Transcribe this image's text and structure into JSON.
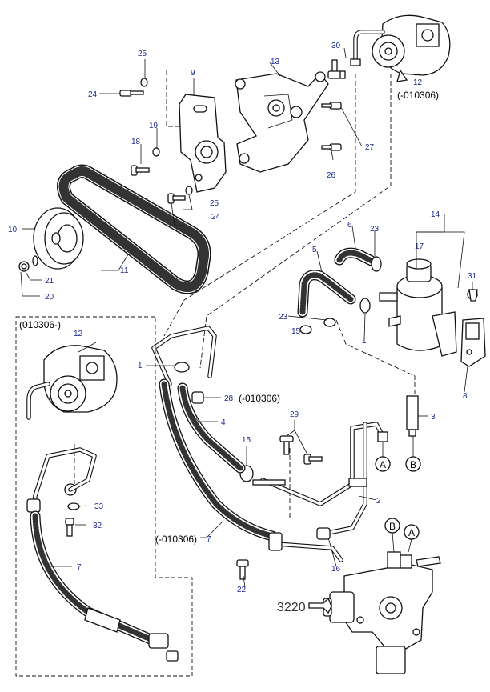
{
  "labels": {
    "n1a": "1",
    "n1b": "1",
    "n2": "2",
    "n3": "3",
    "n4": "4",
    "n5": "5",
    "n6": "6",
    "n7a": "7",
    "n7b": "7",
    "n8": "8",
    "n9": "9",
    "n10": "10",
    "n11": "11",
    "n12a": "12",
    "n12b": "12",
    "n13": "13",
    "n14": "14",
    "n15a": "15",
    "n15b": "15",
    "n16": "16",
    "n17": "17",
    "n18": "18",
    "n19": "19",
    "n20": "20",
    "n21": "21",
    "n22": "22",
    "n23a": "23",
    "n23b": "23",
    "n24a": "24",
    "n24b": "24",
    "n25a": "25",
    "n25b": "25",
    "n26": "26",
    "n27": "27",
    "n28": "28",
    "n29": "29",
    "n30": "30",
    "n31": "31",
    "n32": "32",
    "n33": "33"
  },
  "notes": {
    "upto_top": "(-010306)",
    "from_box": "(010306-)",
    "upto_28": "(-010306)",
    "upto_7": "(-010306)"
  },
  "connectors": {
    "a1": "A",
    "b1": "B",
    "a2": "A",
    "b2": "B"
  },
  "reference": {
    "group": "3220"
  }
}
